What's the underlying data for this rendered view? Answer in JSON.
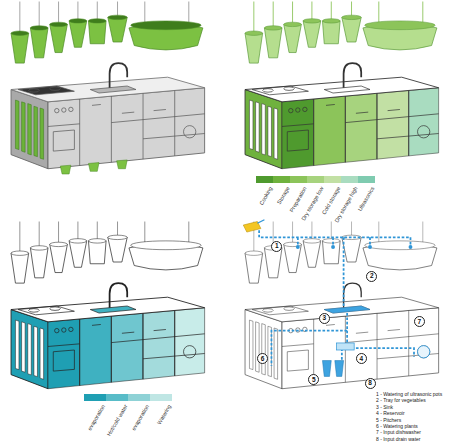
{
  "diagram": {
    "nodes": [
      {
        "text": [
          "1"
        ]
      },
      {
        "text": [
          "2"
        ]
      },
      {
        "text": [
          "3"
        ]
      },
      {
        "text": [
          "4"
        ]
      },
      {
        "text": [
          "5"
        ]
      },
      {
        "text": [
          "6"
        ]
      },
      {
        "text": [
          "7"
        ]
      },
      {
        "text": [
          "8"
        ]
      }
    ],
    "labels": [
      "1 - Watering of ultrasonic pots",
      "2 - Tray for vegetables",
      "3 - Sink",
      "4 - Reservoir",
      "5 - Pitchers",
      "6 - Watering plants",
      "7 - Input dishwasher",
      "8 - Input drain water"
    ],
    "legend": [
      {
        "text": "Cooking",
        "color": "#4f9a2e"
      },
      {
        "text": "Storage",
        "color": "#6fb23e"
      },
      {
        "text": "Preparation",
        "color": "#8cc45a"
      },
      {
        "text": "Dry storage low",
        "color": "#a7d37e"
      },
      {
        "text": "Cold storage",
        "color": "#c2e0a4"
      },
      {
        "text": "Dry storage high",
        "color": "#a9dcc0"
      },
      {
        "text": "Ultrasonics",
        "color": "#7fcbb0"
      },
      {
        "text": "evaporation",
        "color": "#1f9fb3"
      },
      {
        "text": "Hot/cold water",
        "color": "#58bcc8"
      },
      {
        "text": "evaporation",
        "color": "#8fd2d6"
      },
      {
        "text": "Watering",
        "color": "#bfe6e4"
      }
    ]
  }
}
